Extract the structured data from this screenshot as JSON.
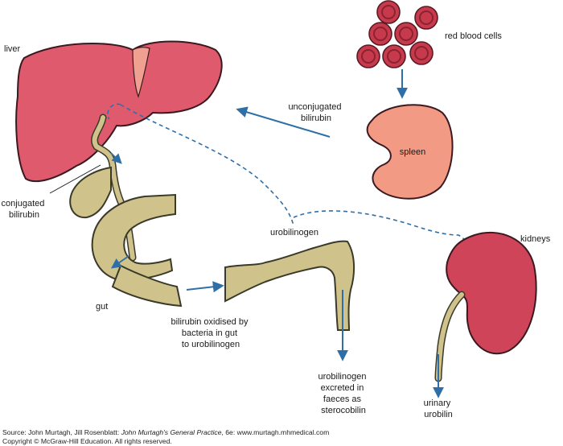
{
  "labels": {
    "liver": "liver",
    "red_blood_cells": "red blood cells",
    "unconjugated": [
      "unconjugated",
      "bilirubin"
    ],
    "spleen": "spleen",
    "conjugated": [
      "conjugated",
      "bilirubin"
    ],
    "urobilinogen": "urobilinogen",
    "kidneys": "kidneys",
    "gut": "gut",
    "oxidised": [
      "bilirubin oxidised by",
      "bacteria in gut",
      "to urobilinogen"
    ],
    "excreted": [
      "urobilinogen",
      "excreted in",
      "faeces as",
      "sterocobilin"
    ],
    "urinary": [
      "urinary",
      "urobilin"
    ]
  },
  "footer": {
    "source_prefix": "Source: John Murtagh, Jill Rosenblatt: ",
    "source_title": "John Murtagh's General Practice",
    "source_suffix": ", 6e: www.murtagh.mhmedical.com",
    "copyright": "Copyright © McGraw-Hill Education. All rights reserved."
  },
  "colors": {
    "liver": "#e05a6e",
    "liver_stroke": "#3a1a20",
    "ligament": "#f0a090",
    "rbc": "#c73a4c",
    "spleen": "#f29a84",
    "kidney": "#cf4458",
    "gut": "#cfc28a",
    "arrow": "#2f6fa8",
    "outline": "#3a3a2a"
  }
}
